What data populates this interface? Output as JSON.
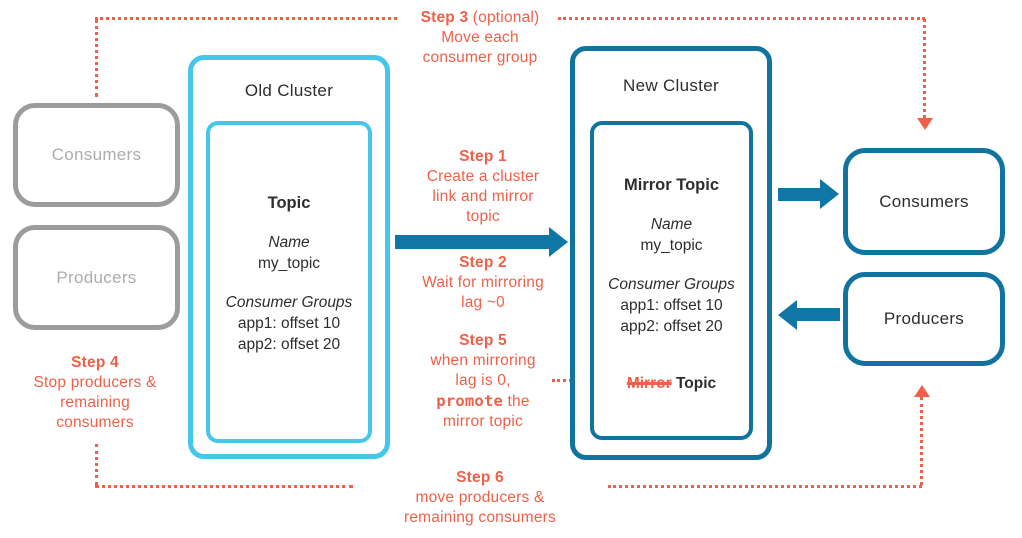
{
  "colors": {
    "cyan_old_cluster": "#44c7ea",
    "teal_new_cluster": "#1173a0",
    "teal_arrow": "#0f76a5",
    "orange_steps": "#f05f48",
    "gray_border": "#9c9c9c",
    "gray_text": "#acacac",
    "dark_text": "#2d2d2d"
  },
  "left_actors": {
    "consumers": "Consumers",
    "producers": "Producers"
  },
  "right_actors": {
    "consumers": "Consumers",
    "producers": "Producers"
  },
  "old_cluster": {
    "title": "Old Cluster",
    "topic": {
      "heading": "Topic",
      "name_label": "Name",
      "name_value": "my_topic",
      "groups_label": "Consumer Groups",
      "group1": "app1: offset 10",
      "group2": "app2: offset 20"
    }
  },
  "new_cluster": {
    "title": "New Cluster",
    "topic": {
      "heading": "Mirror Topic",
      "name_label": "Name",
      "name_value": "my_topic",
      "groups_label": "Consumer Groups",
      "group1": "app1: offset 10",
      "group2": "app2: offset 20",
      "promoted_strike": "Mirror",
      "promoted_rest": " Topic"
    }
  },
  "steps": {
    "step1": {
      "title": "Step 1",
      "lines": [
        "Create a cluster",
        "link and mirror",
        "topic"
      ]
    },
    "step2": {
      "title": "Step 2",
      "lines": [
        "Wait for mirroring",
        "lag ~0"
      ]
    },
    "step3": {
      "title": "Step 3",
      "suffix": " (optional)",
      "lines": [
        "Move each",
        "consumer group"
      ]
    },
    "step4": {
      "title": "Step 4",
      "lines": [
        "Stop producers &",
        "remaining",
        "consumers"
      ]
    },
    "step5": {
      "title": "Step 5",
      "lines": [
        "when mirroring",
        "lag is 0,"
      ],
      "promote_word": "promote",
      "promote_rest": " the",
      "last_line": "mirror topic"
    },
    "step6": {
      "title": "Step 6",
      "lines": [
        "move producers &",
        "remaining consumers"
      ]
    }
  }
}
